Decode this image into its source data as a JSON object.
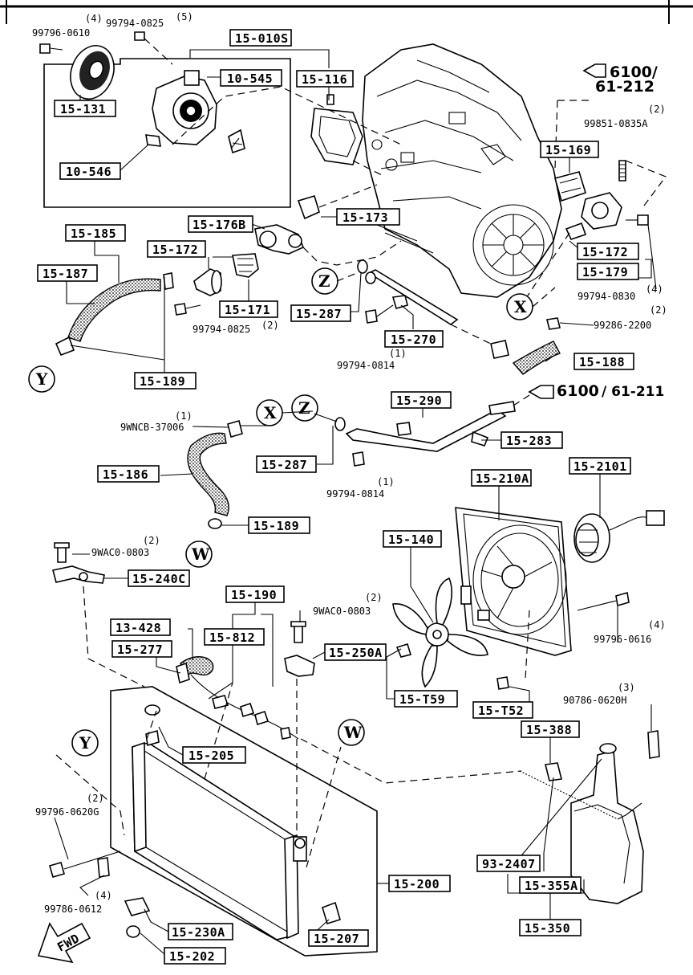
{
  "diagram": {
    "part_labels": [
      {
        "id": "p_15_010s",
        "text": "15-010S"
      },
      {
        "id": "p_15_116",
        "text": "15-116"
      },
      {
        "id": "p_10_545",
        "text": "10-545"
      },
      {
        "id": "p_15_131",
        "text": "15-131"
      },
      {
        "id": "p_10_546",
        "text": "10-546"
      },
      {
        "id": "p_15_169",
        "text": "15-169"
      },
      {
        "id": "p_15_173",
        "text": "15-173"
      },
      {
        "id": "p_15_176b",
        "text": "15-176B"
      },
      {
        "id": "p_15_185",
        "text": "15-185"
      },
      {
        "id": "p_15_172a",
        "text": "15-172"
      },
      {
        "id": "p_15_187",
        "text": "15-187"
      },
      {
        "id": "p_15_171",
        "text": "15-171"
      },
      {
        "id": "p_15_287a",
        "text": "15-287"
      },
      {
        "id": "p_15_172b",
        "text": "15-172"
      },
      {
        "id": "p_15_179",
        "text": "15-179"
      },
      {
        "id": "p_15_270",
        "text": "15-270"
      },
      {
        "id": "p_15_189a",
        "text": "15-189"
      },
      {
        "id": "p_15_188",
        "text": "15-188"
      },
      {
        "id": "p_15_290",
        "text": "15-290"
      },
      {
        "id": "p_15_283",
        "text": "15-283"
      },
      {
        "id": "p_15_287b",
        "text": "15-287"
      },
      {
        "id": "p_15_186",
        "text": "15-186"
      },
      {
        "id": "p_15_189b",
        "text": "15-189"
      },
      {
        "id": "p_15_210a",
        "text": "15-210A"
      },
      {
        "id": "p_15_2101",
        "text": "15-2101"
      },
      {
        "id": "p_15_140",
        "text": "15-140"
      },
      {
        "id": "p_15_240c",
        "text": "15-240C"
      },
      {
        "id": "p_15_190",
        "text": "15-190"
      },
      {
        "id": "p_13_428",
        "text": "13-428"
      },
      {
        "id": "p_15_812",
        "text": "15-812"
      },
      {
        "id": "p_15_277",
        "text": "15-277"
      },
      {
        "id": "p_15_250a",
        "text": "15-250A"
      },
      {
        "id": "p_15_t59",
        "text": "15-T59"
      },
      {
        "id": "p_15_t52",
        "text": "15-T52"
      },
      {
        "id": "p_15_388",
        "text": "15-388"
      },
      {
        "id": "p_15_205",
        "text": "15-205"
      },
      {
        "id": "p_93_2407",
        "text": "93-2407"
      },
      {
        "id": "p_15_355a",
        "text": "15-355A"
      },
      {
        "id": "p_15_200",
        "text": "15-200"
      },
      {
        "id": "p_15_350",
        "text": "15-350"
      },
      {
        "id": "p_15_207",
        "text": "15-207"
      },
      {
        "id": "p_15_230a",
        "text": "15-230A"
      },
      {
        "id": "p_15_202",
        "text": "15-202"
      }
    ],
    "bolt_labels": [
      {
        "id": "b_99796_0610",
        "qty": "(4)",
        "text": "99796-0610"
      },
      {
        "id": "b_99794_0825_top",
        "qty": "(5)",
        "text": "99794-0825"
      },
      {
        "id": "b_99851_0835a",
        "qty": "(2)",
        "text": "99851-0835A"
      },
      {
        "id": "b_99794_0830",
        "qty": "(4)",
        "text": "99794-0830"
      },
      {
        "id": "b_99286_2200",
        "qty": "(2)",
        "text": "99286-2200"
      },
      {
        "id": "b_99794_0825_mid",
        "qty": "(2)",
        "text": "99794-0825"
      },
      {
        "id": "b_99794_0814_a",
        "qty": "(1)",
        "text": "99794-0814"
      },
      {
        "id": "b_9wncb_37006",
        "qty": "(1)",
        "text": "9WNCB-37006"
      },
      {
        "id": "b_99794_0814_b",
        "qty": "(1)",
        "text": "99794-0814"
      },
      {
        "id": "b_9waco_0803_a",
        "qty": "(2)",
        "text": "9WAC0-0803"
      },
      {
        "id": "b_9waco_0803_b",
        "qty": "(2)",
        "text": "9WAC0-0803"
      },
      {
        "id": "b_99796_0616",
        "qty": "(4)",
        "text": "99796-0616"
      },
      {
        "id": "b_90786_0620h",
        "qty": "(3)",
        "text": "90786-0620H"
      },
      {
        "id": "b_99796_0620g",
        "qty": "(2)",
        "text": "99796-0620G"
      },
      {
        "id": "b_99786_0612",
        "qty": "(4)",
        "text": "99786-0612"
      }
    ],
    "references": [
      {
        "id": "ref_top",
        "main": "6100/",
        "sub": "61-212"
      },
      {
        "id": "ref_mid",
        "main": "6100",
        "sub": "/ 61-211"
      }
    ],
    "circle_markers": [
      {
        "id": "c_z1",
        "text": "Z"
      },
      {
        "id": "c_x1",
        "text": "X"
      },
      {
        "id": "c_y1",
        "text": "Y"
      },
      {
        "id": "c_x2",
        "text": "X"
      },
      {
        "id": "c_z2",
        "text": "Z"
      },
      {
        "id": "c_w1",
        "text": "W"
      },
      {
        "id": "c_y2",
        "text": "Y"
      },
      {
        "id": "c_w2",
        "text": "W"
      }
    ],
    "fwd_label": "FWD"
  }
}
